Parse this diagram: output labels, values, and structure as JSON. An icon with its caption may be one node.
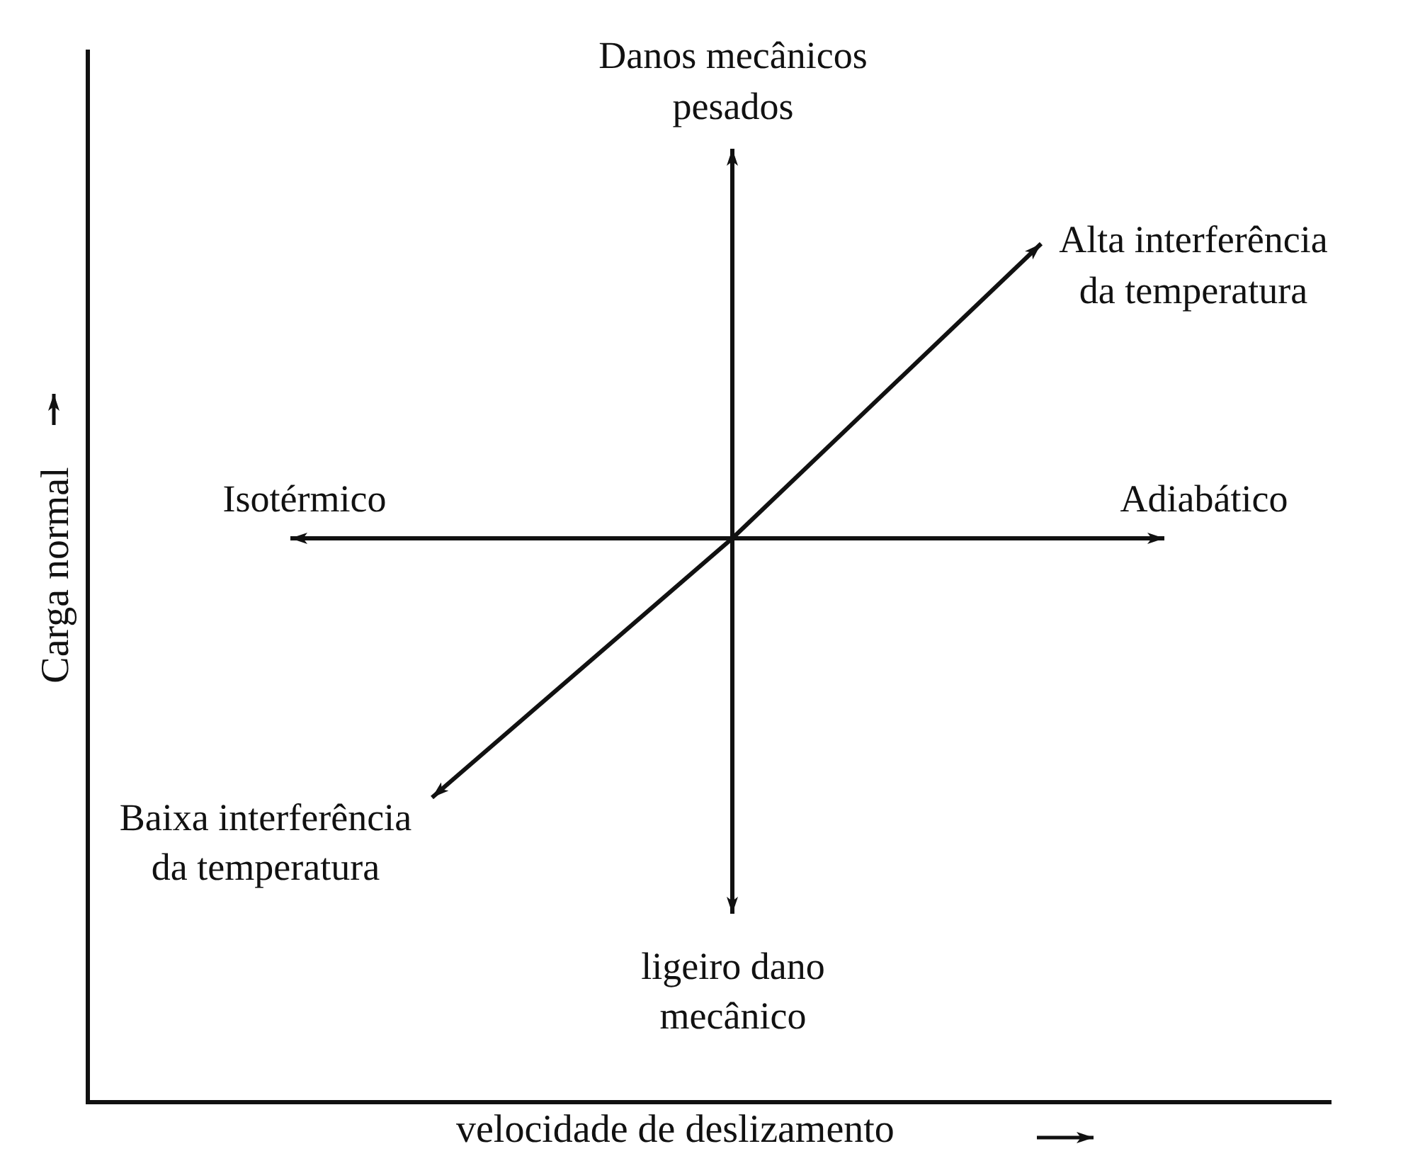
{
  "diagram": {
    "nodes": [
      {
        "text": [
          "Danos mecânicos pesados"
        ]
      },
      {
        "text": [
          "Alta interferência da temperatura"
        ]
      },
      {
        "text": [
          "Isotérmico"
        ]
      },
      {
        "text": [
          "Adiabático"
        ]
      },
      {
        "text": [
          "Baixa interferência da temperatura"
        ]
      },
      {
        "text": [
          "ligeiro dano mecânico"
        ]
      }
    ],
    "edges": [
      {
        "from": null,
        "to": 0,
        "arrow": "to"
      },
      {
        "from": null,
        "to": 1,
        "arrow": "to"
      },
      {
        "from": null,
        "to": 2,
        "arrow": "to"
      },
      {
        "from": null,
        "to": 3,
        "arrow": "to"
      },
      {
        "from": null,
        "to": 4,
        "arrow": "to"
      },
      {
        "from": null,
        "to": 5,
        "arrow": "to"
      }
    ],
    "labels": [
      "Carga normal",
      "velocidade de deslizamento"
    ]
  }
}
